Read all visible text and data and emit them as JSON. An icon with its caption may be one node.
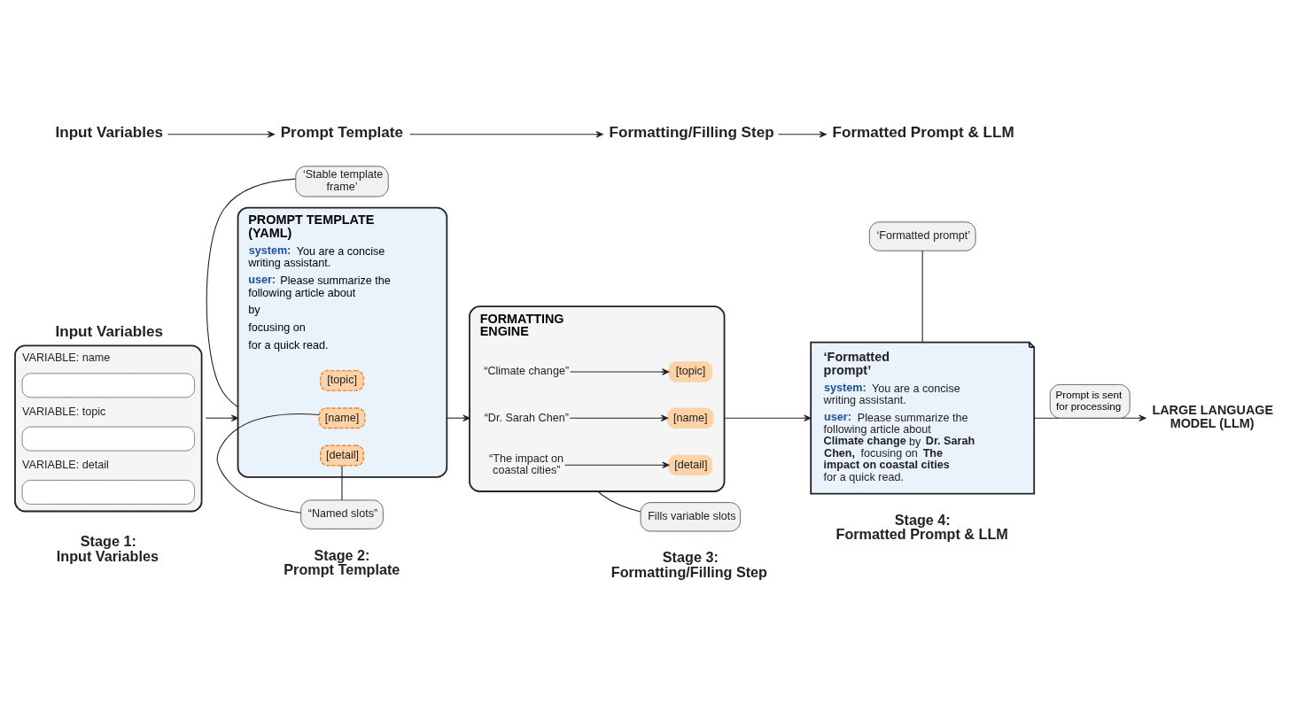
{
  "diagram": {
    "nodes": [
      {
        "text": [
          "Input Variables"
        ]
      },
      {
        "text": [
          "Prompt Template"
        ]
      },
      {
        "text": [
          "Formatting/Filling Step"
        ]
      },
      {
        "text": [
          "Formatted Prompt & LLM"
        ]
      },
      {
        "text": [
          "Input Variables",
          "VARIABLE: name",
          "VARIABLE: topic",
          "VARIABLE: detail"
        ]
      },
      {
        "text": [
          "PROMPT TEMPLATE (YAML)",
          "**system:** You are a concise writing assistant.",
          "**user:** Please summarize the following article about",
          "by",
          "focusing on",
          "for a quick read."
        ]
      },
      {
        "text": [
          "[topic]"
        ],
        "in": 5
      },
      {
        "text": [
          "[name]"
        ],
        "in": 5
      },
      {
        "text": [
          "[detail]"
        ],
        "in": 5
      },
      {
        "text": [
          "‘Stable template frame’"
        ]
      },
      {
        "text": [
          "“Named slots”"
        ]
      },
      {
        "text": [
          "FORMATTING ENGINE"
        ]
      },
      {
        "text": [
          "[topic]"
        ],
        "in": 11
      },
      {
        "text": [
          "“Climate change”"
        ],
        "in": 11
      },
      {
        "text": [
          "[name]"
        ],
        "in": 11
      },
      {
        "text": [
          "“Dr. Sarah Chen”"
        ],
        "in": 11
      },
      {
        "text": [
          "[detail]"
        ],
        "in": 11
      },
      {
        "text": [
          "“The impact on coastal cities”"
        ],
        "in": 11
      },
      {
        "text": [
          "Fills variable slots"
        ]
      },
      {
        "text": [
          "‘Formatted prompt’"
        ]
      },
      {
        "text": [
          "‘Formatted prompt’",
          "**system:** You are a concise writing assistant.",
          "**user:** Please summarize the following article about **Climate change** by **Dr. Sarah Chen,** focusing on **The impact on coastal cities** for a quick read."
        ]
      },
      {
        "text": [
          "LARGE LANGUAGE MODEL (LLM)"
        ]
      }
    ],
    "edges": [
      {
        "from": 0,
        "to": 1,
        "arrow": "to"
      },
      {
        "from": 1,
        "to": 2,
        "arrow": "to"
      },
      {
        "from": 2,
        "to": 3,
        "arrow": "to"
      },
      {
        "from": 4,
        "to": 5,
        "arrow": "to"
      },
      {
        "from": 9,
        "to": 5,
        "arrow": "none"
      },
      {
        "from": 10,
        "to": 8,
        "arrow": "none"
      },
      {
        "from": 10,
        "to": 7,
        "arrow": "none"
      },
      {
        "from": 5,
        "to": 11,
        "arrow": "to"
      },
      {
        "from": 13,
        "to": 12,
        "arrow": "to"
      },
      {
        "from": 15,
        "to": 14,
        "arrow": "to"
      },
      {
        "from": 17,
        "to": 16,
        "arrow": "to"
      },
      {
        "from": 18,
        "to": 11,
        "arrow": "none"
      },
      {
        "from": 11,
        "to": 20,
        "arrow": "to"
      },
      {
        "from": 19,
        "to": 20,
        "arrow": "none"
      },
      {
        "from": 20,
        "to": 21,
        "arrow": "to",
        "label": "Prompt is sent for processing"
      }
    ],
    "labels": [
      "Stage 1: Input Variables",
      "Stage 2: Prompt Template",
      "Stage 3: Formatting/Filling Step",
      "Stage 4: Formatted Prompt & LLM"
    ]
  }
}
